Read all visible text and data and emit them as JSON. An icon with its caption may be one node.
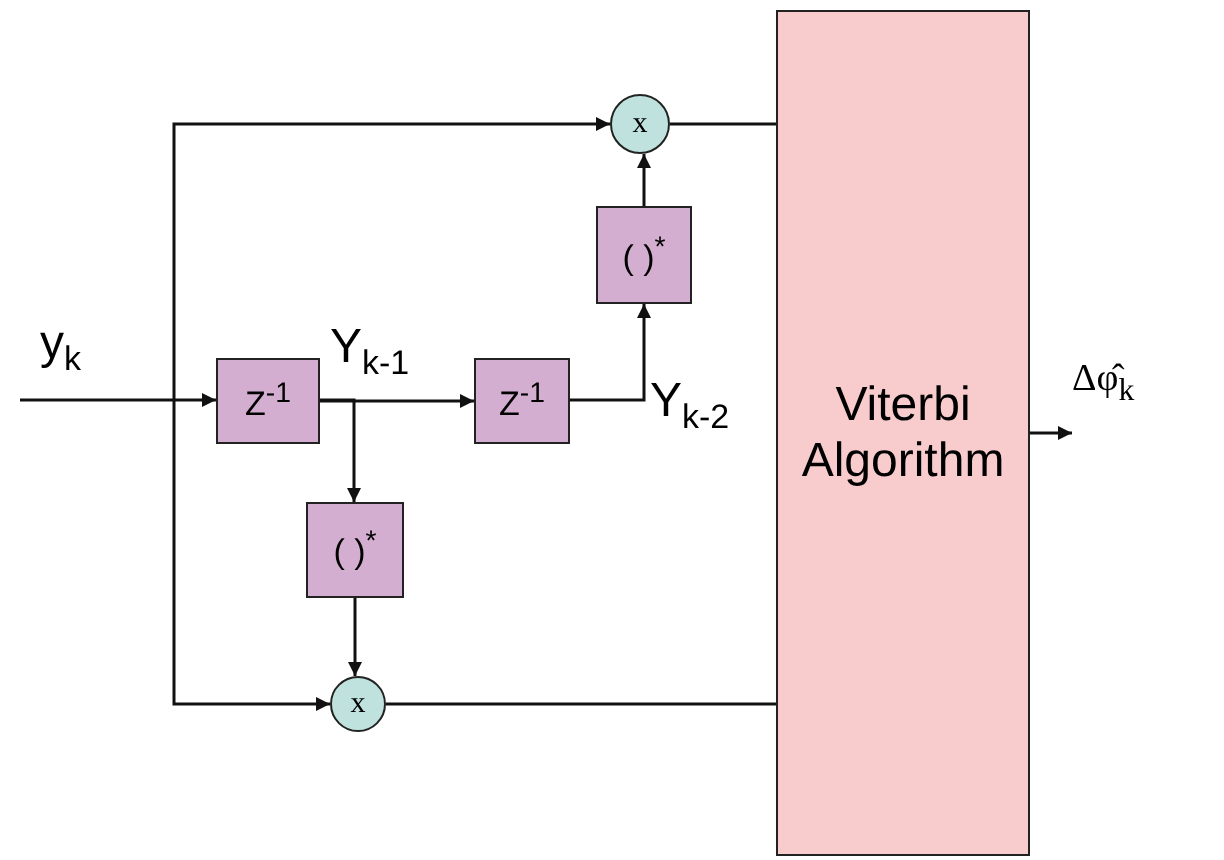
{
  "diagram": {
    "nodes": [
      {
        "text": [
          "x"
        ]
      },
      {
        "text": [
          "( )$^{*}$"
        ]
      },
      {
        "text": [
          "Z$^{-1}$"
        ]
      },
      {
        "text": [
          "Z$^{-1}$"
        ]
      },
      {
        "text": [
          "( )$^{*}$"
        ]
      },
      {
        "text": [
          "x"
        ]
      },
      {
        "text": [
          "Viterbi Algorithm"
        ]
      },
      {
        "text": [
          "Δφ̂$_{k}$"
        ]
      }
    ],
    "edges": [
      {
        "from": null,
        "to": 2,
        "arrow": "to"
      },
      {
        "from": null,
        "to": 0,
        "arrow": "to"
      },
      {
        "from": null,
        "to": 5,
        "arrow": "to"
      },
      {
        "from": 2,
        "to": 3,
        "arrow": "to"
      },
      {
        "from": 2,
        "to": 4,
        "arrow": "to"
      },
      {
        "from": 3,
        "to": 1,
        "arrow": "to"
      },
      {
        "from": 1,
        "to": 0,
        "arrow": "to"
      },
      {
        "from": 4,
        "to": 5,
        "arrow": "to"
      },
      {
        "from": 0,
        "to": 6,
        "arrow": "none"
      },
      {
        "from": 5,
        "to": 6,
        "arrow": "none"
      },
      {
        "from": 6,
        "to": 7,
        "arrow": "to"
      }
    ],
    "labels": [
      "y$_{k}$",
      "Y$_{k-1}$",
      "Y$_{k-2}$"
    ]
  }
}
